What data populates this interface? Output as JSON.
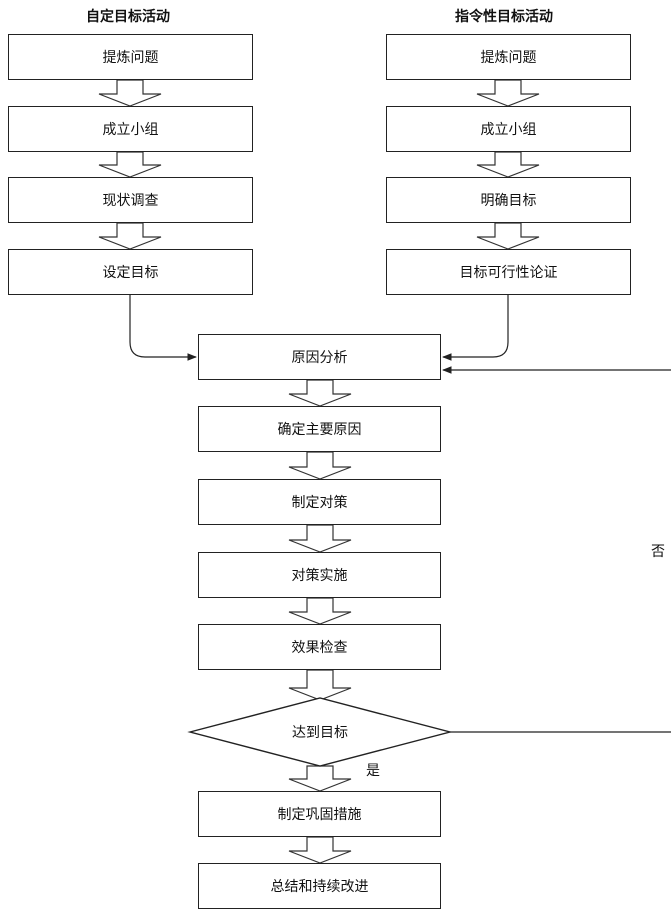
{
  "headers": {
    "left": "自定目标活动",
    "right": "指令性目标活动"
  },
  "left_steps": [
    "提炼问题",
    "成立小组",
    "现状调查",
    "设定目标"
  ],
  "right_steps": [
    "提炼问题",
    "成立小组",
    "明确目标",
    "目标可行性论证"
  ],
  "center_steps": [
    "原因分析",
    "确定主要原因",
    "制定对策",
    "对策实施",
    "效果检查"
  ],
  "decision": "达到目标",
  "yes_label": "是",
  "no_label": "否",
  "final_steps": [
    "制定巩固措施",
    "总结和持续改进"
  ]
}
